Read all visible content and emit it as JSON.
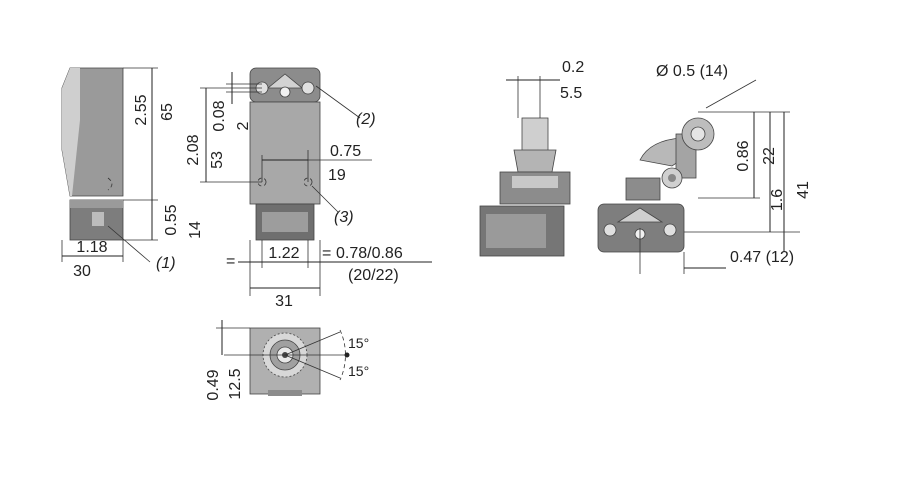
{
  "colors": {
    "part_dark": "#6f6f6f",
    "part_mid": "#9a9a9a",
    "part_light": "#c8c8c8",
    "line": "#222222"
  },
  "side_view": {
    "dim_height_in": "2.55",
    "dim_height_mm": "65",
    "dim_base_in": "0.55",
    "dim_base_mm": "14",
    "dim_width_in": "1.18",
    "dim_width_mm": "30",
    "callout_1": "(1)"
  },
  "front_view": {
    "dim_top_in": "0.08",
    "dim_top_mm": "2",
    "dim_holes_in": "2.08",
    "dim_holes_mm": "53",
    "dim_spacing_in": "0.75",
    "dim_spacing_mm": "19",
    "callout_2": "(2)",
    "callout_3": "(3)",
    "dim_width_in": "1.22",
    "dim_width_mm": "31",
    "equal_mark": "=",
    "equal_mark_right": "=",
    "dim_offset_in": "0.78/0.86",
    "dim_offset_mm": "(20/22)"
  },
  "bottom_view": {
    "dim_in": "0.49",
    "dim_mm": "12.5",
    "angle_top": "15°",
    "angle_bottom": "15°"
  },
  "plunger_view": {
    "dim_in": "0.2",
    "dim_mm": "5.5"
  },
  "roller_view": {
    "dim_roller": "Ø 0.5 (14)",
    "dim_roller_height_in": "0.86",
    "dim_roller_height_mm": "22",
    "dim_axis_in": "1.6",
    "dim_axis_mm": "41",
    "dim_offset": "0.47 (12)"
  }
}
